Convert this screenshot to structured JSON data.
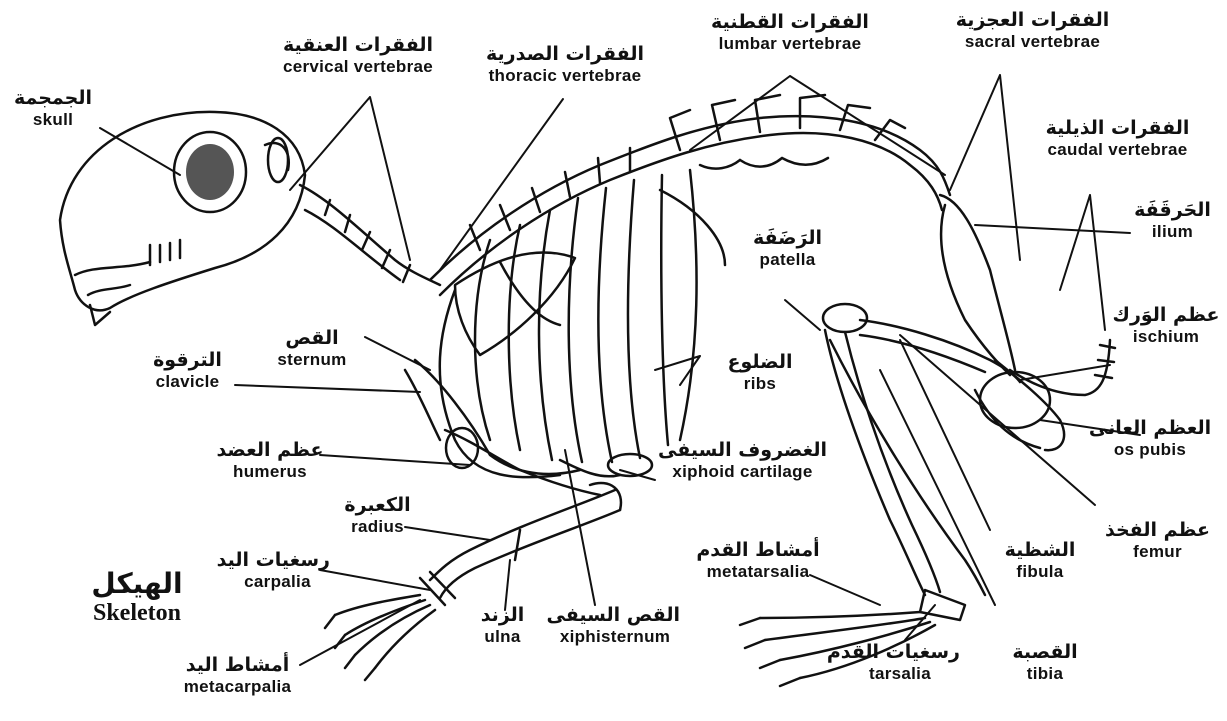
{
  "title": {
    "ar": "الهيكل",
    "en": "Skeleton"
  },
  "labels": [
    {
      "id": "skull",
      "ar": "الجمجمة",
      "en": "skull"
    },
    {
      "id": "cervical",
      "ar": "الفقرات العنقية",
      "en": "cervical vertebrae"
    },
    {
      "id": "thoracic",
      "ar": "الفقرات الصدرية",
      "en": "thoracic vertebrae"
    },
    {
      "id": "lumbar",
      "ar": "الفقرات القطنية",
      "en": "lumbar vertebrae"
    },
    {
      "id": "sacral",
      "ar": "الفقرات العجزية",
      "en": "sacral vertebrae"
    },
    {
      "id": "caudal",
      "ar": "الفقرات الذيلية",
      "en": "caudal vertebrae"
    },
    {
      "id": "ilium",
      "ar": "الحَرقَفَة",
      "en": "ilium"
    },
    {
      "id": "patella",
      "ar": "الرَضَفَة",
      "en": "patella"
    },
    {
      "id": "ischium",
      "ar": "عظم الوَرك",
      "en": "ischium"
    },
    {
      "id": "sternum",
      "ar": "القص",
      "en": "sternum"
    },
    {
      "id": "clavicle",
      "ar": "الترقوة",
      "en": "clavicle"
    },
    {
      "id": "ribs",
      "ar": "الضلوع",
      "en": "ribs"
    },
    {
      "id": "ospubis",
      "ar": "العظم العانى",
      "en": "os pubis"
    },
    {
      "id": "humerus",
      "ar": "عظم العضد",
      "en": "humerus"
    },
    {
      "id": "xiphoid",
      "ar": "الغضروف السيفى",
      "en": "xiphoid cartilage"
    },
    {
      "id": "radius",
      "ar": "الكعبرة",
      "en": "radius"
    },
    {
      "id": "femur",
      "ar": "عظم الفخذ",
      "en": "femur"
    },
    {
      "id": "carpalia",
      "ar": "رسغيات اليد",
      "en": "carpalia"
    },
    {
      "id": "metatarsalia",
      "ar": "أمشاط القدم",
      "en": "metatarsalia"
    },
    {
      "id": "fibula",
      "ar": "الشظية",
      "en": "fibula"
    },
    {
      "id": "metacarpalia",
      "ar": "أمشاط اليد",
      "en": "metacarpalia"
    },
    {
      "id": "ulna",
      "ar": "الزند",
      "en": "ulna"
    },
    {
      "id": "xiphisternum",
      "ar": "القص السيفى",
      "en": "xiphisternum"
    },
    {
      "id": "tibia",
      "ar": "القصبة",
      "en": "tibia"
    },
    {
      "id": "tarsalia",
      "ar": "رسغيات القدم",
      "en": "tarsalia"
    }
  ]
}
